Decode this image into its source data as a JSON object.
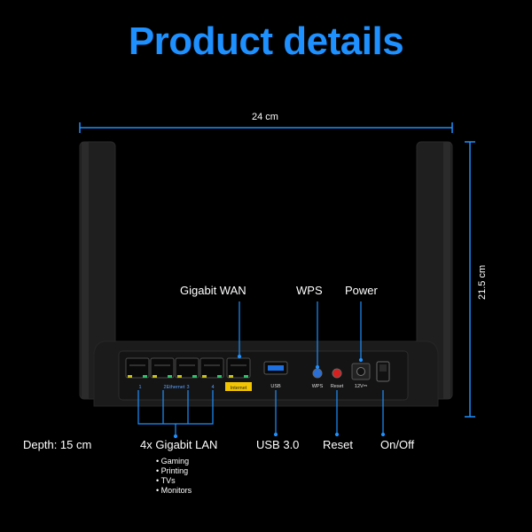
{
  "header": {
    "title": "Product details"
  },
  "dimensions": {
    "width": "24 cm",
    "height": "21.5 cm",
    "depth": "Depth: 15 cm"
  },
  "callouts": {
    "wan": "Gigabit WAN",
    "wps": "WPS",
    "power": "Power",
    "lan": "4x Gigabit LAN",
    "usb": "USB 3.0",
    "reset": "Reset",
    "onoff": "On/Off"
  },
  "lan_uses": [
    "Gaming",
    "Printing",
    "TVs",
    "Monitors"
  ],
  "port_labels": {
    "lan1": "1",
    "lan2": "2",
    "ethernet": "Ethernet",
    "lan3": "3",
    "lan4": "4",
    "internet": "Internet",
    "usb": "USB",
    "wps": "WPS",
    "reset": "Reset",
    "power": "12V⎓"
  },
  "colors": {
    "accent": "#1e90ff",
    "router": "#1b1b1b",
    "internet_tag": "#f2c500",
    "reset_button": "#d62020",
    "wps_button": "#2a6fd6"
  }
}
